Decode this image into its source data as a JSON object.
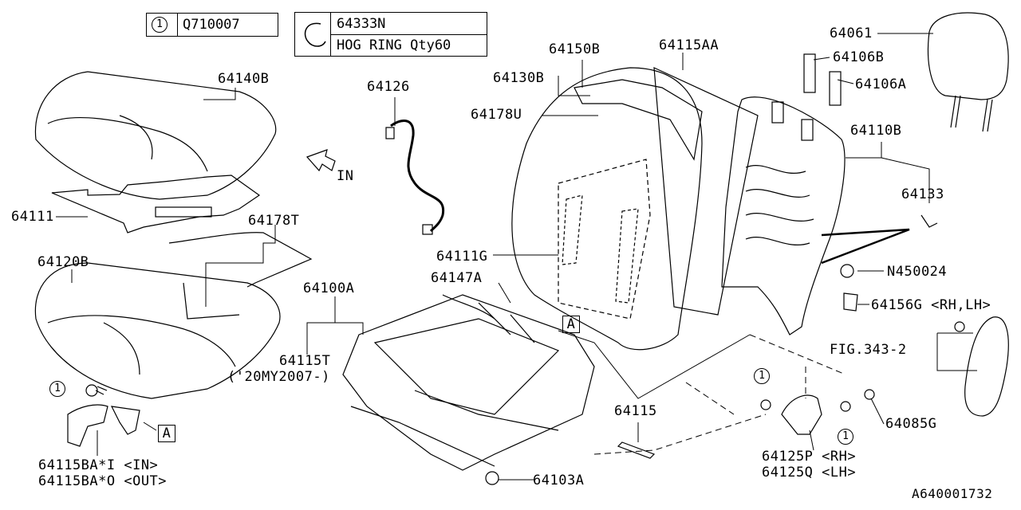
{
  "legend": {
    "circle_ref": "1",
    "circle_part": "Q710007",
    "ring_part": "64333N",
    "ring_desc": "HOG RING Qty60"
  },
  "labels": {
    "p64140B": "64140B",
    "p64126": "64126",
    "p64150B": "64150B",
    "p64130B": "64130B",
    "p64178U": "64178U",
    "p64115AA": "64115AA",
    "p64061": "64061",
    "p64106B": "64106B",
    "p64106A": "64106A",
    "p64110B": "64110B",
    "p64133": "64133",
    "in_arrow": "IN",
    "p64111": "64111",
    "p64178T": "64178T",
    "p64120B": "64120B",
    "p64111G": "64111G",
    "p64147A": "64147A",
    "p64100A": "64100A",
    "refA_1": "A",
    "refA_2": "A",
    "pN450024": "N450024",
    "p64156G": "64156G <RH,LH>",
    "fig343": "FIG.343-2",
    "p64115T": "64115T",
    "p64115T_note": "('20MY2007-)",
    "p64115": "64115",
    "p64085G": "64085G",
    "p64125P": "64125P <RH>",
    "p64125Q": "64125Q <LH>",
    "p64115BA_in": "64115BA*I <IN>",
    "p64115BA_out": "64115BA*O <OUT>",
    "p64103A": "64103A",
    "circ_left": "1",
    "circ_right1": "1",
    "circ_right2": "1",
    "diagram_code": "A640001732"
  }
}
